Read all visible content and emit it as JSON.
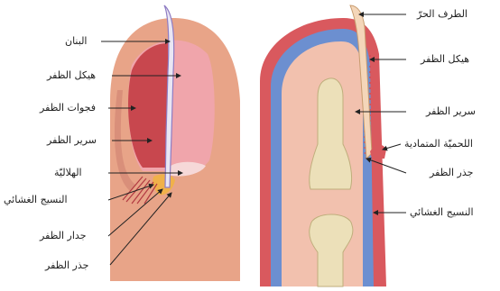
{
  "left_panel": {
    "labels": {
      "fingertip": "البنان",
      "nail_body": "هيكل الظفر",
      "nail_grooves": "فجوات الظفر",
      "nail_bed": "سرير الظفر",
      "lunula": "الهلاليّة",
      "cuticle": "النسيج الغشائي",
      "nail_wall": "جدار الظفر",
      "nail_root": "جذر الظفر"
    }
  },
  "right_panel": {
    "labels": {
      "free_edge": "الطرف الحرّ",
      "nail_body": "هيكل الظفر",
      "nail_bed": "سرير الظفر",
      "eponychium": "اللحميّة المتمادية",
      "nail_root": "جذر الظفر",
      "cuticle": "النسيج الغشائي"
    }
  },
  "colors": {
    "skin": "#e8a488",
    "nail_bed_red": "#c8474e",
    "nail_pink": "#f3b8b8",
    "flesh": "#f2c1ae",
    "tissue_blue": "#6c8fd0",
    "outer_red": "#d9595e",
    "bone": "#ece0b9",
    "nail_plate": "#f4d6b9"
  }
}
